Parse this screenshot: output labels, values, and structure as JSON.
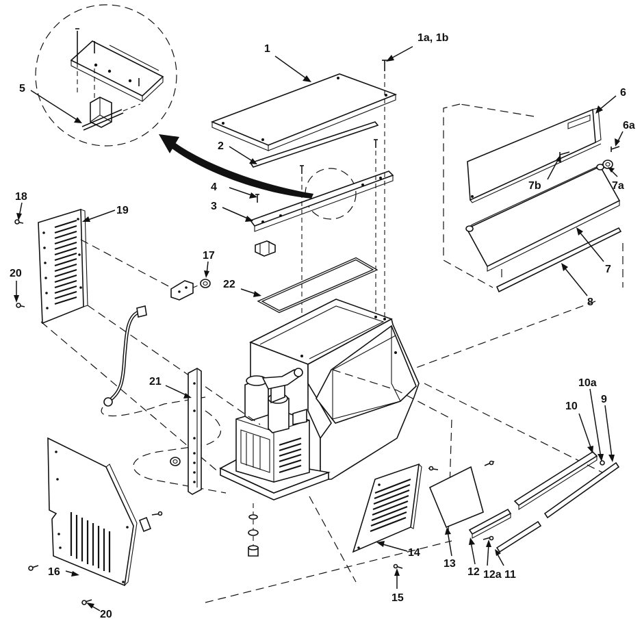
{
  "diagram": {
    "callouts": [
      {
        "id": "c1",
        "text": "1"
      },
      {
        "id": "c1a1b",
        "text": "1a, 1b"
      },
      {
        "id": "c2",
        "text": "2"
      },
      {
        "id": "c3",
        "text": "3"
      },
      {
        "id": "c4",
        "text": "4"
      },
      {
        "id": "c5",
        "text": "5"
      },
      {
        "id": "c6",
        "text": "6"
      },
      {
        "id": "c6a",
        "text": "6a"
      },
      {
        "id": "c7",
        "text": "7"
      },
      {
        "id": "c7a",
        "text": "7a"
      },
      {
        "id": "c7b",
        "text": "7b"
      },
      {
        "id": "c8",
        "text": "8"
      },
      {
        "id": "c9",
        "text": "9"
      },
      {
        "id": "c10",
        "text": "10"
      },
      {
        "id": "c10a",
        "text": "10a"
      },
      {
        "id": "c11",
        "text": "11"
      },
      {
        "id": "c12",
        "text": "12"
      },
      {
        "id": "c12a",
        "text": "12a"
      },
      {
        "id": "c13",
        "text": "13"
      },
      {
        "id": "c14",
        "text": "14"
      },
      {
        "id": "c15",
        "text": "15"
      },
      {
        "id": "c16",
        "text": "16"
      },
      {
        "id": "c17",
        "text": "17"
      },
      {
        "id": "c18",
        "text": "18"
      },
      {
        "id": "c19",
        "text": "19"
      },
      {
        "id": "c20a",
        "text": "20"
      },
      {
        "id": "c20b",
        "text": "20"
      },
      {
        "id": "c21",
        "text": "21"
      },
      {
        "id": "c22",
        "text": "22"
      }
    ]
  },
  "colors": {
    "ink": "#111111",
    "paper": "#ffffff"
  }
}
